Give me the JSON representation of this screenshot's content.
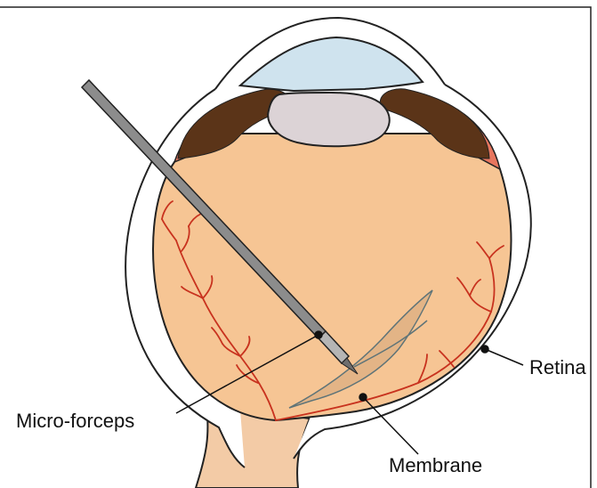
{
  "labels": {
    "retina": "Retina",
    "micro_forceps": "Micro-forceps",
    "membrane": "Membrane"
  },
  "colors": {
    "frame": "#222222",
    "outline": "#222222",
    "vitreous": "#f6c594",
    "cornea": "#cfe3ee",
    "lens": "#dcd3d6",
    "iris_red": "#e7765e",
    "ciliary_brown": "#5b3418",
    "vessels": "#c8321e",
    "membrane_fill": "#e3b486",
    "membrane_edge": "#5f7478",
    "instrument": "#8c8c8c",
    "optic_nerve": "#f3cba6"
  }
}
